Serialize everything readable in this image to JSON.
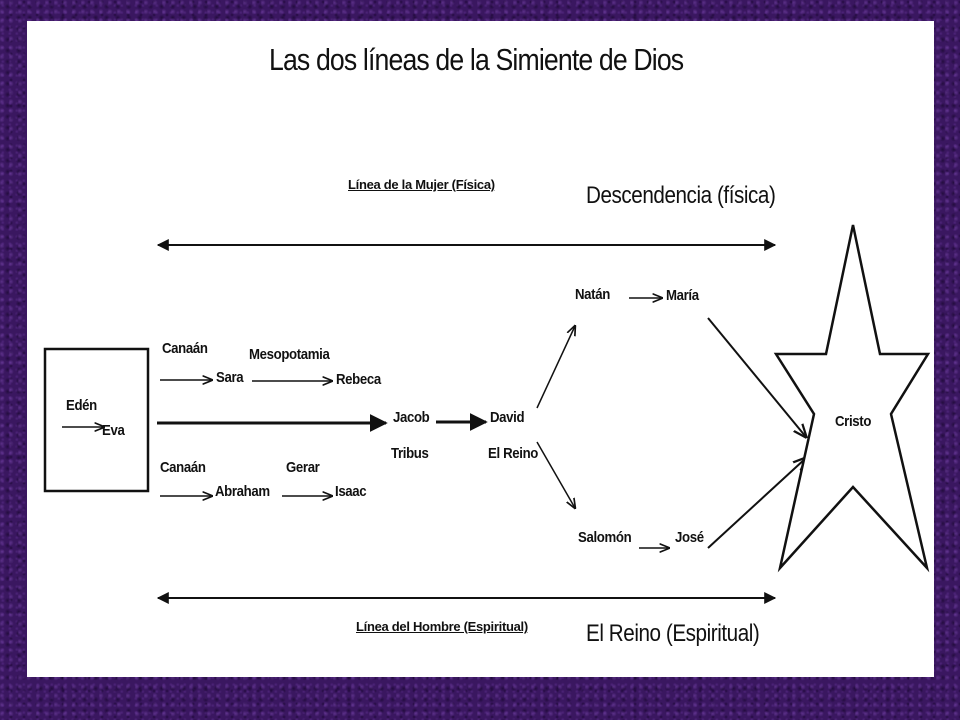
{
  "title": "Las dos líneas de la Simiente de Dios",
  "top_line": {
    "label": "Línea de la Mujer (Física)",
    "caption": "Descendencia (física)"
  },
  "bottom_line": {
    "label": "Línea del Hombre (Espiritual)",
    "caption": "El Reino (Espiritual)"
  },
  "nodes": {
    "eden": "Edén",
    "eva": "Eva",
    "canaan_top": "Canaán",
    "sara": "Sara",
    "mesopotamia": "Mesopotamia",
    "rebeca": "Rebeca",
    "canaan_bottom": "Canaán",
    "abraham": "Abraham",
    "gerar": "Gerar",
    "isaac": "Isaac",
    "jacob": "Jacob",
    "tribus": "Tribus",
    "david": "David",
    "el_reino": "El Reino",
    "natan": "Natán",
    "maria": "María",
    "salomon": "Salomón",
    "jose": "José",
    "cristo": "Cristo"
  },
  "colors": {
    "background": "#3a1760",
    "panel": "#ffffff",
    "ink": "#111111"
  }
}
